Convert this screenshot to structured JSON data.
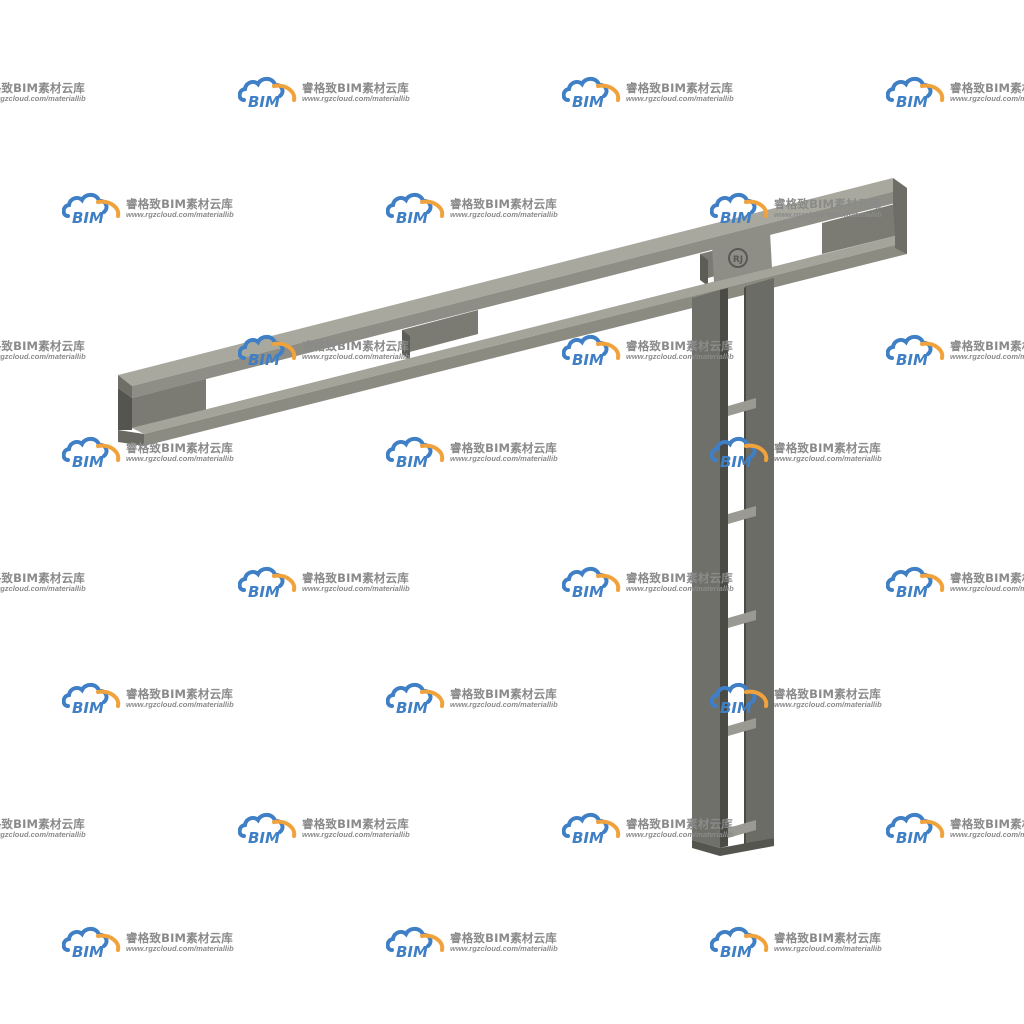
{
  "watermark": {
    "logo_text": "BIM",
    "title": "睿格致BIM素材云库",
    "url": "www.rgzcloud.com/materiallib",
    "colors": {
      "cloud": "#3f7fc6",
      "arc": "#f0a23c",
      "text": "#8a8a8a"
    }
  },
  "model": {
    "badge_text": "RJ",
    "colors": {
      "top": "#a4a49a",
      "front": "#8b8b82",
      "dark": "#55554f",
      "edge": "#3d3d38",
      "web": "#6e6e67"
    }
  }
}
